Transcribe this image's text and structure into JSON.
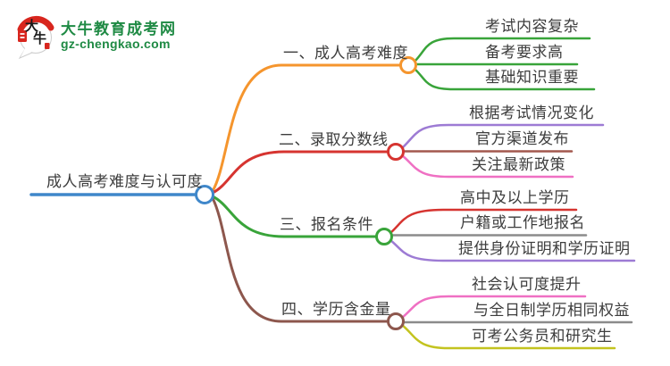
{
  "logo": {
    "icon_char1": "大",
    "icon_char2": "牛",
    "site_name": "大牛教育成考网",
    "domain": "gz-chengkao.com",
    "brand_green": "#1f8a44",
    "brand_red": "#d8261e"
  },
  "palette": {
    "root_blue": "#3f87ca",
    "branch1_orange": "#f5952d",
    "branch2_red": "#d63430",
    "branch3_green": "#39a43a",
    "branch4_brown": "#8d574d",
    "purple": "#9d7bd4",
    "pink": "#ef70c3",
    "brick": "#a3584e",
    "gray": "#8b8b8b",
    "olive": "#c3c31f",
    "text": "#3d3d3d"
  },
  "mindmap": {
    "root": {
      "label": "成人高考难度与认可度",
      "color": "#3f87ca"
    },
    "branches": [
      {
        "label": "一、成人高考难度",
        "color": "#f5952d",
        "children": [
          {
            "label": "考试内容复杂",
            "color": "#39a43a"
          },
          {
            "label": "备考要求高",
            "color": "#39a43a"
          },
          {
            "label": "基础知识重要",
            "color": "#39a43a"
          }
        ]
      },
      {
        "label": "二、录取分数线",
        "color": "#d63430",
        "children": [
          {
            "label": "根据考试情况变化",
            "color": "#9d7bd4"
          },
          {
            "label": "官方渠道发布",
            "color": "#a3584e"
          },
          {
            "label": "关注最新政策",
            "color": "#ef70c3"
          }
        ]
      },
      {
        "label": "三、报名条件",
        "color": "#39a43a",
        "children": [
          {
            "label": "高中及以上学历",
            "color": "#d63430"
          },
          {
            "label": "户籍或工作地报名",
            "color": "#8b8b8b"
          },
          {
            "label": "提供身份证明和学历证明",
            "color": "#9d7bd4"
          }
        ]
      },
      {
        "label": "四、学历含金量",
        "color": "#8d574d",
        "children": [
          {
            "label": "社会认可度提升",
            "color": "#ef70c3"
          },
          {
            "label": "与全日制学历相同权益",
            "color": "#8b8b8b"
          },
          {
            "label": "可考公务员和研究生",
            "color": "#c3c31f"
          }
        ]
      }
    ]
  }
}
